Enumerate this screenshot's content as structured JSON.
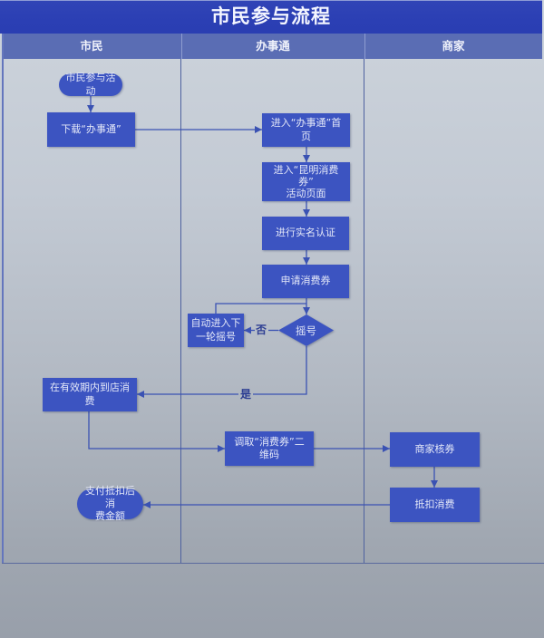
{
  "title": "市民参与流程",
  "lanes": [
    {
      "label": "市民"
    },
    {
      "label": "办事通"
    },
    {
      "label": "商家"
    }
  ],
  "nodes": {
    "start": "市民参与活动",
    "download": "下载“办事通”",
    "enter_home": "进入“办事通”首\n页",
    "enter_activity": "进入“昆明消费\n券”\n活动页面",
    "real_name": "进行实名认证",
    "apply": "申请消费券",
    "lottery": "摇号",
    "next_round": "自动进入下\n一轮摇号",
    "in_store": "在有效期内到店消费",
    "qr_code": "调取“消费券”二\n维码",
    "merchant_verify": "商家核券",
    "deduct": "抵扣消费",
    "pay": "支付抵扣后消\n费金额"
  },
  "edge_labels": {
    "no": "否",
    "yes": "是"
  },
  "colors": {
    "title_bar": "#2b3fb4",
    "lane_header": "#5a6db4",
    "node": "#3c54c1",
    "node_text": "#e4e8f8",
    "connector": "#3a52b3"
  }
}
